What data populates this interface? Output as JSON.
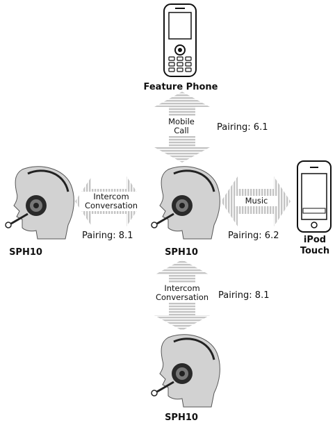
{
  "devices": {
    "phone": "Feature Phone",
    "left_headset": "SPH10",
    "center_headset": "SPH10",
    "bottom_headset": "SPH10",
    "ipod_line1": "iPod",
    "ipod_line2": "Touch"
  },
  "links": {
    "mobile_call": {
      "line1": "Mobile",
      "line2": "Call",
      "pairing": "Pairing: 6.1"
    },
    "intercom_left": {
      "line1": "Intercom",
      "line2": "Conversation",
      "pairing": "Pairing: 8.1"
    },
    "music": {
      "label": "Music",
      "pairing": "Pairing: 6.2"
    },
    "intercom_bottom": {
      "line1": "Intercom",
      "line2": "Conversation",
      "pairing": "Pairing: 8.1"
    }
  },
  "colors": {
    "arrow_fill": "#bdbdbd",
    "arrow_stripe": "#ffffff",
    "ink": "#111111",
    "skin": "#d2d2d2"
  }
}
